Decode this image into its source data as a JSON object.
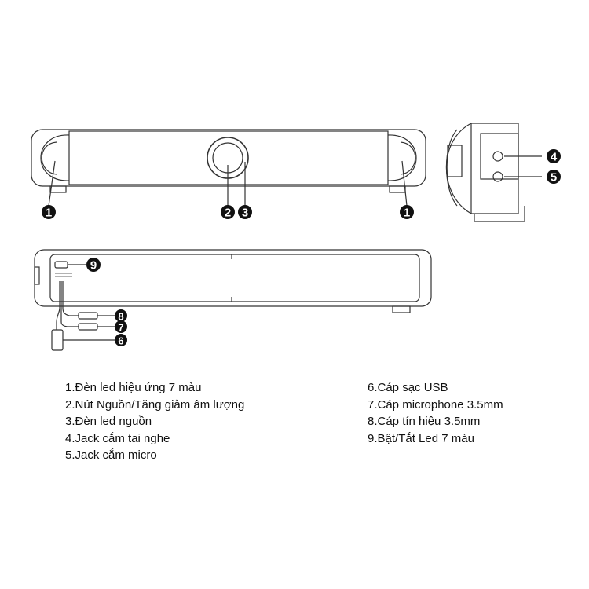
{
  "colors": {
    "line": "#333333",
    "callout": "#111111",
    "text": "#111111"
  },
  "callouts": {
    "front_left": "1",
    "knob": "2",
    "power_led": "3",
    "front_right": "1",
    "headphone": "4",
    "mic": "5",
    "led_switch": "9",
    "signal_cable": "8",
    "mic_cable": "7",
    "usb_cable": "6"
  },
  "legend_left": [
    "1.Đèn led hiệu ứng 7 màu",
    "2.Nút Nguồn/Tăng giảm âm lượng",
    "3.Đèn led nguồn",
    "4.Jack cắm tai nghe",
    "5.Jack cắm micro"
  ],
  "legend_right": [
    "6.Cáp sạc USB",
    "7.Cáp microphone 3.5mm",
    "8.Cáp tín hiệu 3.5mm",
    "9.Bật/Tắt Led 7 màu"
  ]
}
